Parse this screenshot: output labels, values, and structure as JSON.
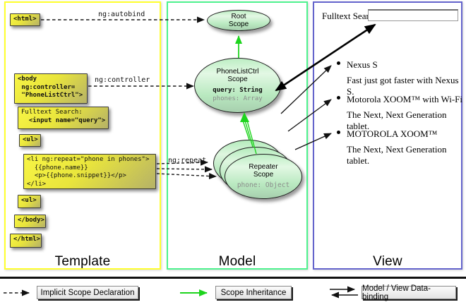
{
  "columns": {
    "template": {
      "label": "Template"
    },
    "model": {
      "label": "Model"
    },
    "view": {
      "label": "View"
    }
  },
  "template": {
    "html_open": "<html>",
    "body_open": [
      "<body",
      " ng:controller=",
      " \"PhoneListCtrl\">"
    ],
    "fulltext_label": "Fulltext Search:",
    "input_code": "  <input name=\"query\">",
    "ul_open": "<ul>",
    "li_repeat": [
      "<li ng:repeat=\"phone in phones\">",
      "  {{phone.name}}",
      "  <p>{{phone.snippet}}</p>",
      "</li>"
    ],
    "ul_close": "<ul>",
    "body_close": "</body>",
    "html_close": "</html>",
    "arrow_labels": {
      "autobind": "ng:autobind",
      "controller": "ng:controller",
      "repeat": "ng:repeat"
    }
  },
  "model": {
    "root_scope": {
      "name_line1": "Root",
      "name_line2": "Scope"
    },
    "phonelist_scope": {
      "name_line1": "PhoneListCtrl",
      "name_line2": "Scope",
      "prop_query": "query: String",
      "prop_phones": "phones: Array"
    },
    "repeater_scope": {
      "name_line1": "Repeater",
      "name_line2": "Scope",
      "prop_phone": "phone: Object"
    }
  },
  "view": {
    "search_label": "Fulltext Search:",
    "search_value": "",
    "items": [
      {
        "title": "Nexus S",
        "snippet": "Fast just got faster with Nexus S."
      },
      {
        "title": "Motorola XOOM™ with Wi-Fi",
        "snippet": "The Next, Next Generation tablet."
      },
      {
        "title": "MOTOROLA XOOM™",
        "snippet": "The Next, Next Generation tablet."
      }
    ]
  },
  "legend": {
    "implicit": "Implicit Scope Declaration",
    "inheritance": "Scope Inheritance",
    "databinding": "Model / View Data-binding"
  },
  "colors": {
    "template_border": "#ffff2e",
    "model_border": "#4ef28e",
    "view_border": "#6464cc",
    "inheritance_green": "#1dd41d",
    "arrow_black": "#111111",
    "code_box_yellow": "#f0ee3f"
  }
}
